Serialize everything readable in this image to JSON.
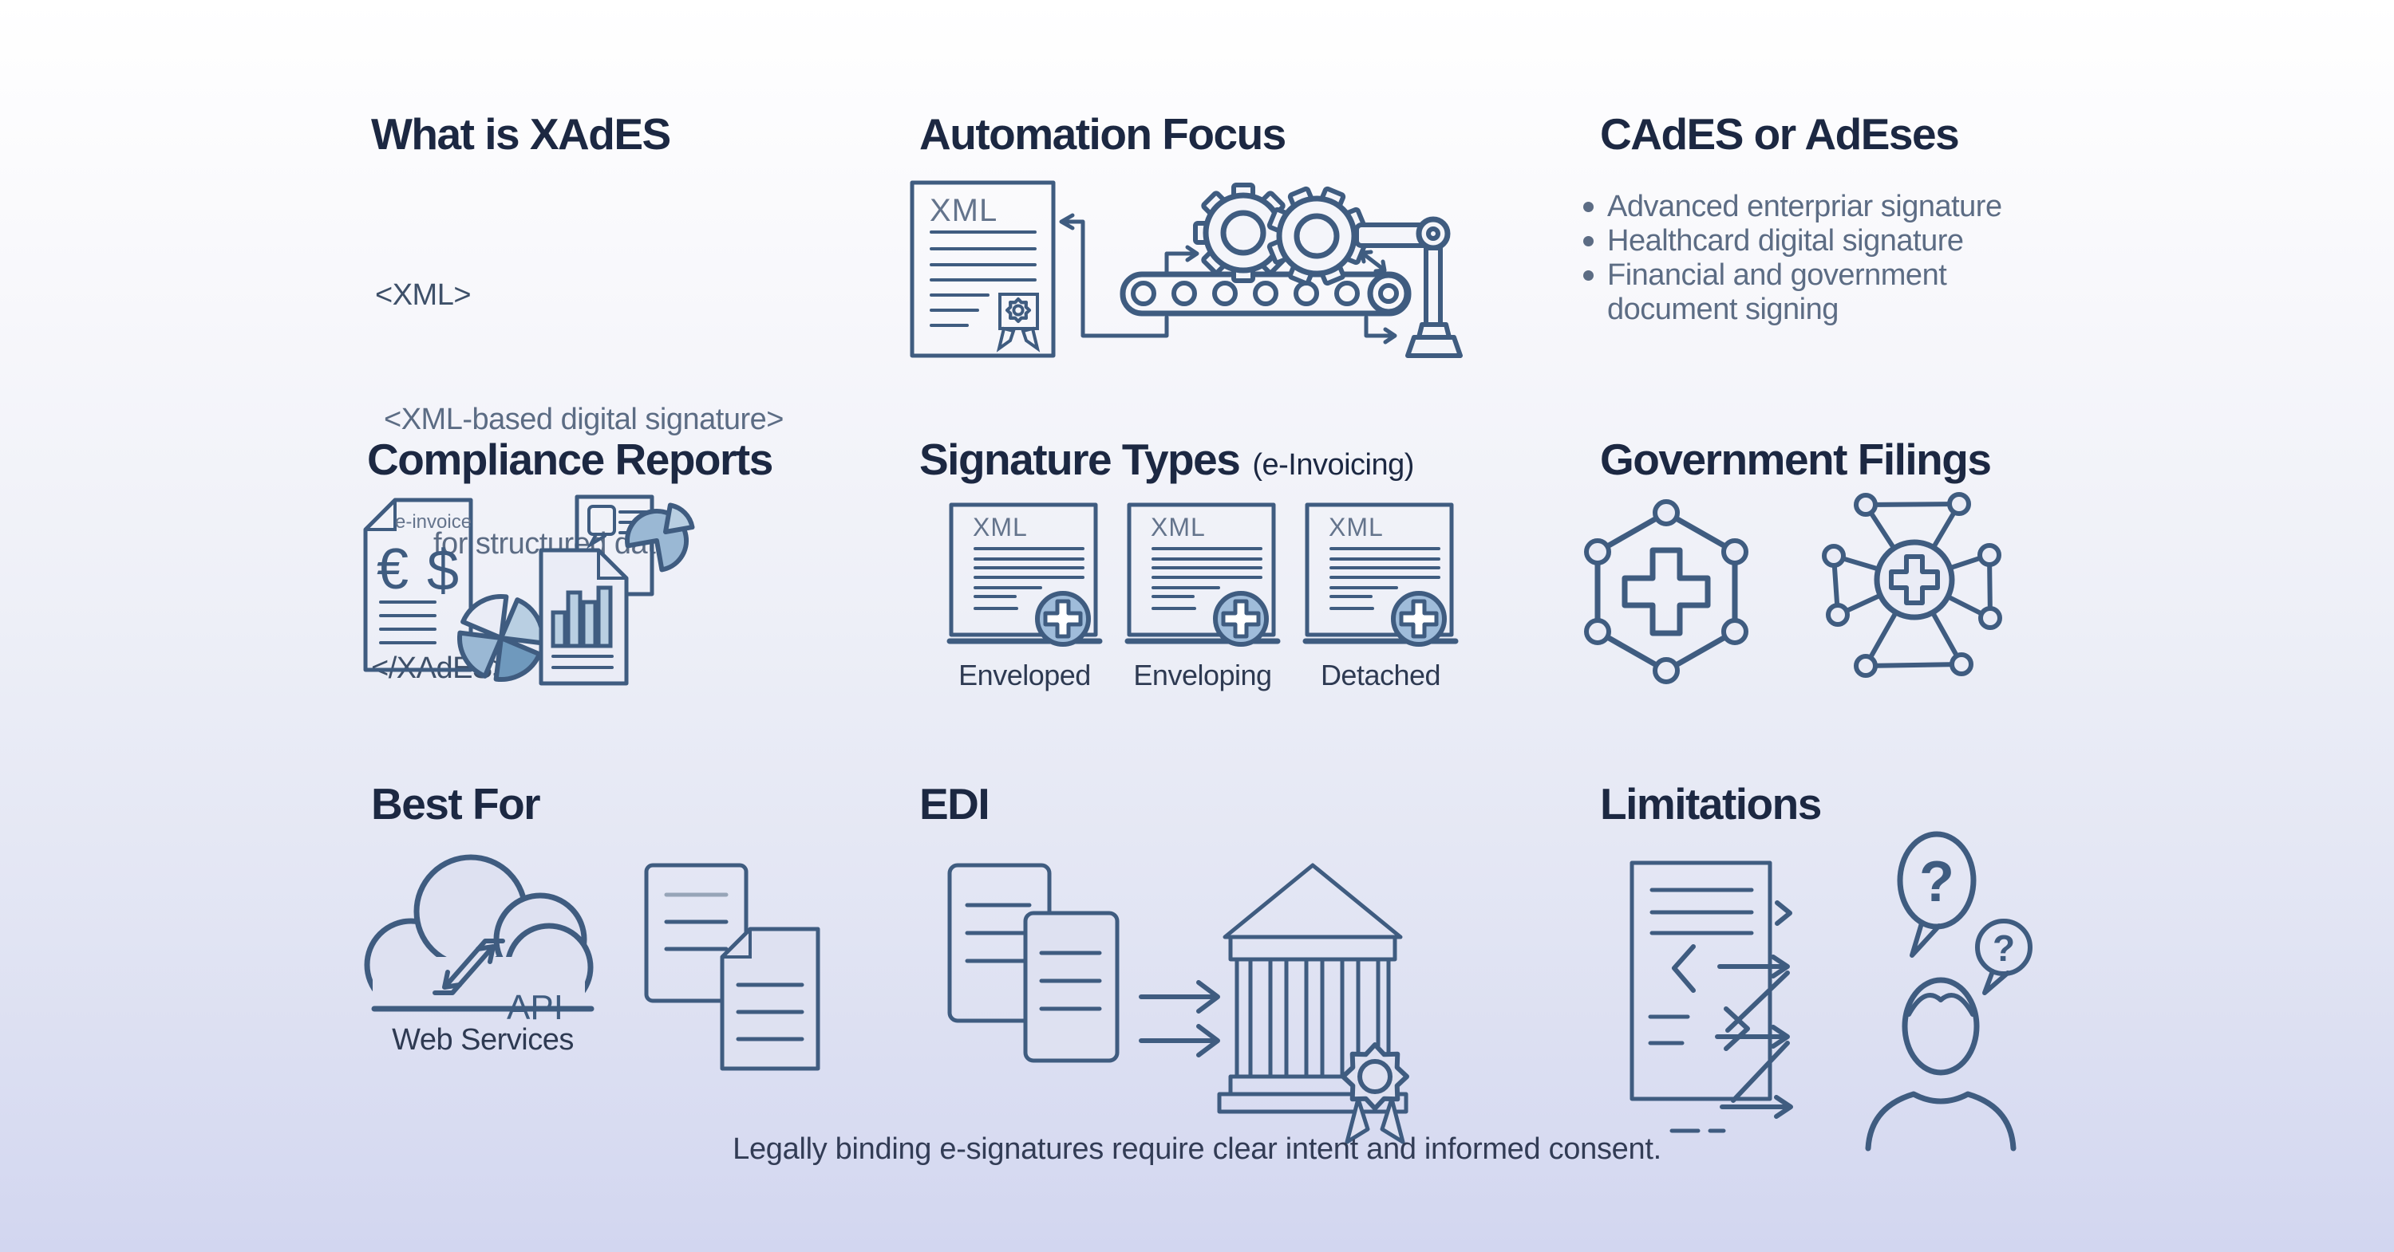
{
  "theme": {
    "stroke": "#3f5c80",
    "title": "#1c2842",
    "text": "#5c6c84",
    "code_dark": "#3e5069",
    "slate": "#64748c",
    "label": "#2e3a52",
    "footer": "#323c55",
    "fill_light": "#b9cfe2",
    "fill_mid": "#6f99bd",
    "fill_midlight": "#9ab8d4",
    "fill_badge": "#9fbcda",
    "bg1": "#f4f5fa",
    "bg2": "#eaecf6",
    "bg3": "#dee1f1",
    "bg_top": "#ffffff",
    "bg_bottom": "#d2d6f0"
  },
  "sections": {
    "what_is_xades": {
      "title": "What is XAdES",
      "code_lines": [
        "<XML>",
        "<XML-based digital signature>",
        "for structured data",
        "</XAdES>"
      ]
    },
    "automation_focus": {
      "title": "Automation Focus",
      "doc_label": "XML"
    },
    "cades_or_adeses": {
      "title": "CAdES or AdEses",
      "bullets": [
        "Advanced enterpriar signature",
        "Healthcard digital signature",
        "Financial and government document signing"
      ]
    },
    "compliance_reports": {
      "title": "Compliance Reports",
      "doc_label": "e-invoice",
      "euro": "€",
      "dollar": "$"
    },
    "signature_types": {
      "title": "Signature Types",
      "subtitle": "(e-Invoicing)",
      "doc_label": "XML",
      "types": [
        "Enveloped",
        "Enveloping",
        "Detached"
      ]
    },
    "government_filings": {
      "title": "Government Filings"
    },
    "best_for": {
      "title": "Best For",
      "cloud_label": "API",
      "caption": "Web Services"
    },
    "edi": {
      "title": "EDI"
    },
    "limitations": {
      "title": "Limitations",
      "question_mark": "?"
    }
  },
  "footer": {
    "text": "Legally binding e-signatures require clear intent and informed consent."
  }
}
